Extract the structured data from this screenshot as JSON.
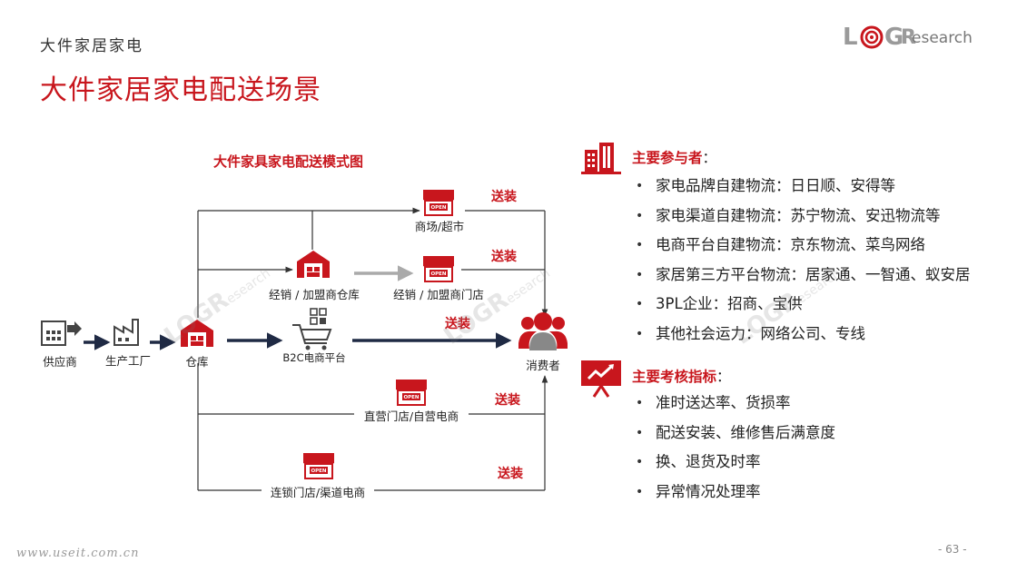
{
  "header": {
    "subtitle": "大件家居家电",
    "title": "大件家居家电配送场景",
    "logo_mark": "LOG",
    "logo_r": "R",
    "logo_research": "esearch"
  },
  "diagram": {
    "title": "大件家具家电配送模式图",
    "nodes": {
      "supplier": "供应商",
      "factory": "生产工厂",
      "warehouse": "仓库",
      "b2c": "B2C电商平台",
      "consumer": "消费者",
      "mall": "商场/超市",
      "dealer_wh": "经销 / 加盟商仓库",
      "dealer_store": "经销 / 加盟商门店",
      "direct_store": "直营门店/自营电商",
      "chain_store": "连锁门店/渠道电商"
    },
    "delivery_label": "送装",
    "open_sign": "OPEN"
  },
  "participants": {
    "heading": "主要参与者",
    "colon": "：",
    "items": [
      "家电品牌自建物流：日日顺、安得等",
      "家电渠道自建物流：苏宁物流、安迅物流等",
      "电商平台自建物流：京东物流、菜鸟网络",
      "家居第三方平台物流：居家通、一智通、蚁安居",
      "3PL企业：招商、宝供",
      "其他社会运力：网络公司、专线"
    ]
  },
  "kpis": {
    "heading": "主要考核指标",
    "colon": "：",
    "items": [
      "准时送达率、货损率",
      "配送安装、维修售后满意度",
      "换、退货及时率",
      "异常情况处理率"
    ]
  },
  "footer": {
    "url": "www.useit.com.cn",
    "page": "- 63 -"
  },
  "watermark": {
    "mark": "LOG",
    "r": "R",
    "research": "esearch"
  },
  "colors": {
    "accent": "#c8161d",
    "arrow_dark": "#1f2a44",
    "arrow_gray": "#aaaaaa",
    "line": "#333333"
  }
}
